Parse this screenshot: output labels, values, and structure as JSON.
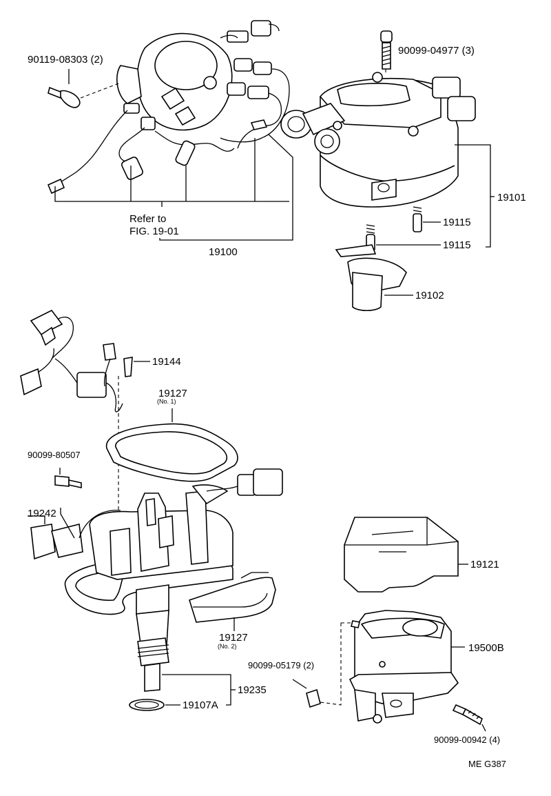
{
  "labels": {
    "p90119": "90119-08303 (2)",
    "p90099_04977": "90099-04977 (3)",
    "p19101": "19101",
    "p19115a": "19115",
    "p19115b": "19115",
    "refer_to": "Refer to",
    "fig": "FIG. 19-01",
    "p19100": "19100",
    "p19102": "19102",
    "p19144": "19144",
    "p19127_1": "19127",
    "p19127_1_note": "(No. 1)",
    "p90099_80507": "90099-80507",
    "p19242": "19242",
    "p19121": "19121",
    "p19127_2": "19127",
    "p19127_2_note": "(No. 2)",
    "p19500b": "19500B",
    "p90099_05179": "90099-05179 (2)",
    "p19235": "19235",
    "p19107a": "19107A",
    "p90099_00942": "90099-00942 (4)",
    "footer": "ME  G387"
  }
}
